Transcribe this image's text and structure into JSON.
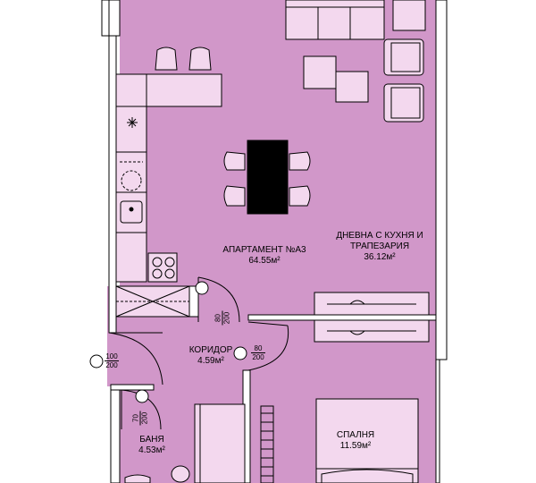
{
  "colors": {
    "floor": "#d197c9",
    "wall": "#ffffff",
    "line": "#000000",
    "furniture": "#f3d8ee",
    "table": "#000000"
  },
  "rooms": {
    "apartment": {
      "name": "АПАРТАМЕНТ №А3",
      "area": "64.55м²"
    },
    "living": {
      "name_line1": "ДНЕВНА С КУХНЯ И",
      "name_line2": "ТРАПЕЗАРИЯ",
      "area": "36.12м²"
    },
    "corridor": {
      "name": "КОРИДОР",
      "area": "4.59м²"
    },
    "bedroom": {
      "name": "СПАЛНЯ",
      "area": "11.59м²"
    },
    "bathroom": {
      "name": "БАНЯ",
      "area": "4.53м²"
    }
  },
  "doors": {
    "entrance": {
      "width": "100",
      "height": "200"
    },
    "living_door": {
      "width": "80",
      "height": "200"
    },
    "bedroom_door": {
      "width": "80",
      "height": "200"
    },
    "bath_door": {
      "width": "70",
      "height": "200"
    }
  }
}
